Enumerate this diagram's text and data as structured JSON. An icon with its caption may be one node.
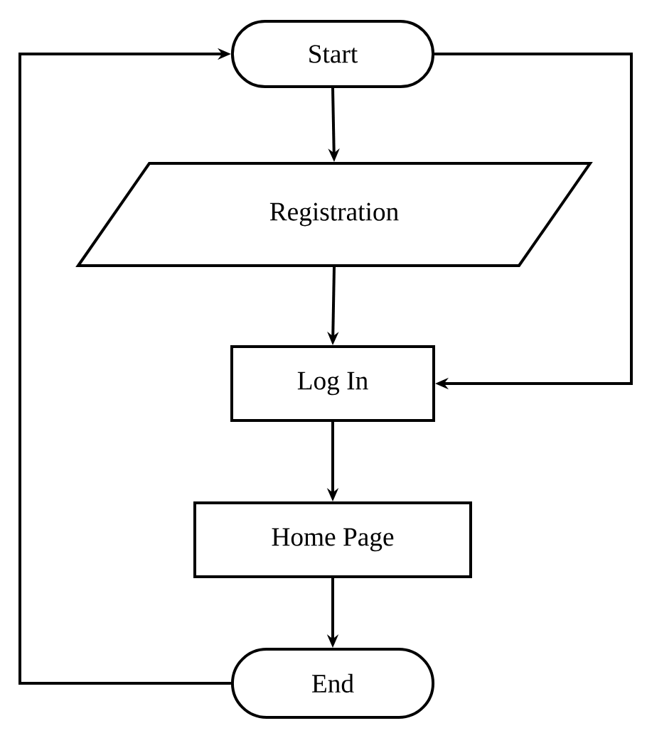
{
  "diagram": {
    "nodes": [
      {
        "text": [
          "Start"
        ]
      },
      {
        "text": [
          "Registration"
        ]
      },
      {
        "text": [
          "Log In"
        ]
      },
      {
        "text": [
          "Home Page"
        ]
      },
      {
        "text": [
          "End"
        ]
      }
    ],
    "edges": [
      {
        "from": 0,
        "to": 1,
        "arrow": "to"
      },
      {
        "from": 1,
        "to": 2,
        "arrow": "to"
      },
      {
        "from": 2,
        "to": 3,
        "arrow": "to"
      },
      {
        "from": 3,
        "to": 4,
        "arrow": "to"
      },
      {
        "from": 4,
        "to": 0,
        "arrow": "to"
      },
      {
        "from": 0,
        "to": 2,
        "arrow": "to"
      }
    ]
  }
}
